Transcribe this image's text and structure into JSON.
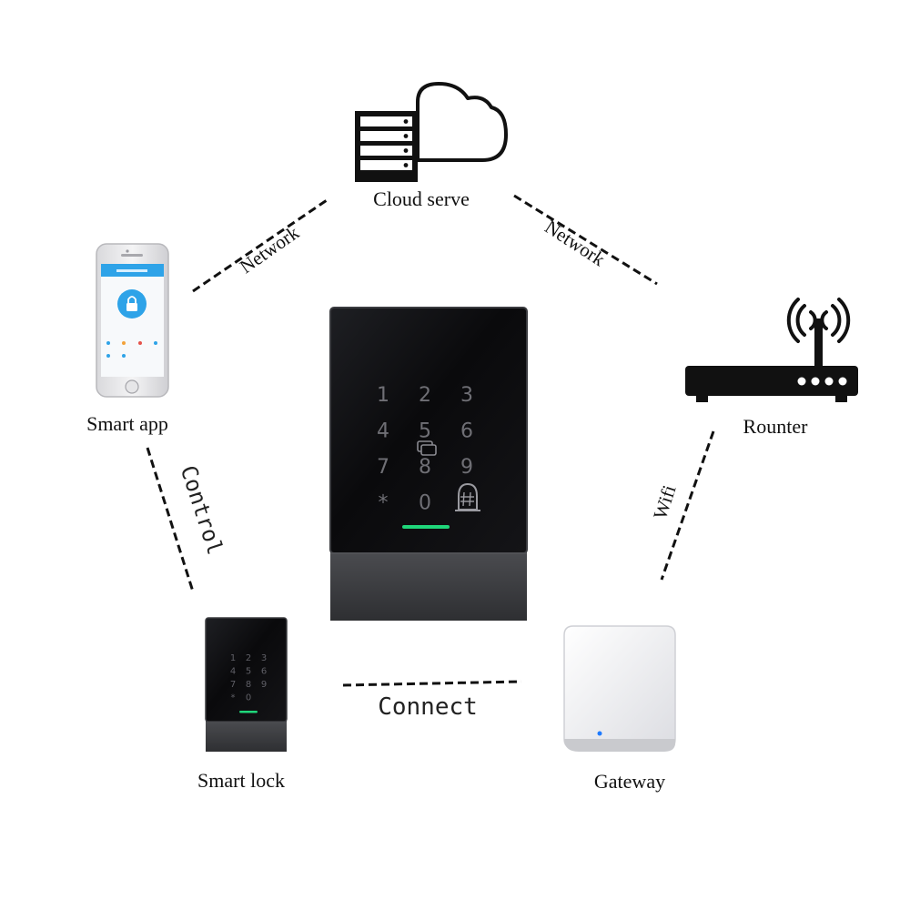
{
  "nodes": {
    "cloud": {
      "label": "Cloud serve",
      "icon": "cloud-server-icon"
    },
    "smart_app": {
      "label": "Smart app",
      "icon": "smartphone-icon"
    },
    "router": {
      "label": "Rounter",
      "icon": "router-icon"
    },
    "smart_lock": {
      "label": "Smart lock",
      "icon": "keypad-lock-icon"
    },
    "gateway": {
      "label": "Gateway",
      "icon": "gateway-icon"
    },
    "center_device": {
      "icon": "keypad-lock-icon"
    }
  },
  "links": {
    "app_cloud": "Network",
    "cloud_router": "Network",
    "app_lock": "Control",
    "router_gateway": "Wifi",
    "lock_gateway": "Connect"
  },
  "keypad": {
    "keys": [
      "1",
      "2",
      "3",
      "4",
      "5",
      "6",
      "7",
      "8",
      "9",
      "*",
      "0",
      "#"
    ]
  },
  "colors": {
    "line": "#111111",
    "device_glass": "#0b0b0d",
    "device_base": "#3c3d40",
    "indicator_green": "#1fd67a",
    "app_accent": "#2ea3e8",
    "gateway_led": "#1e7bff"
  }
}
